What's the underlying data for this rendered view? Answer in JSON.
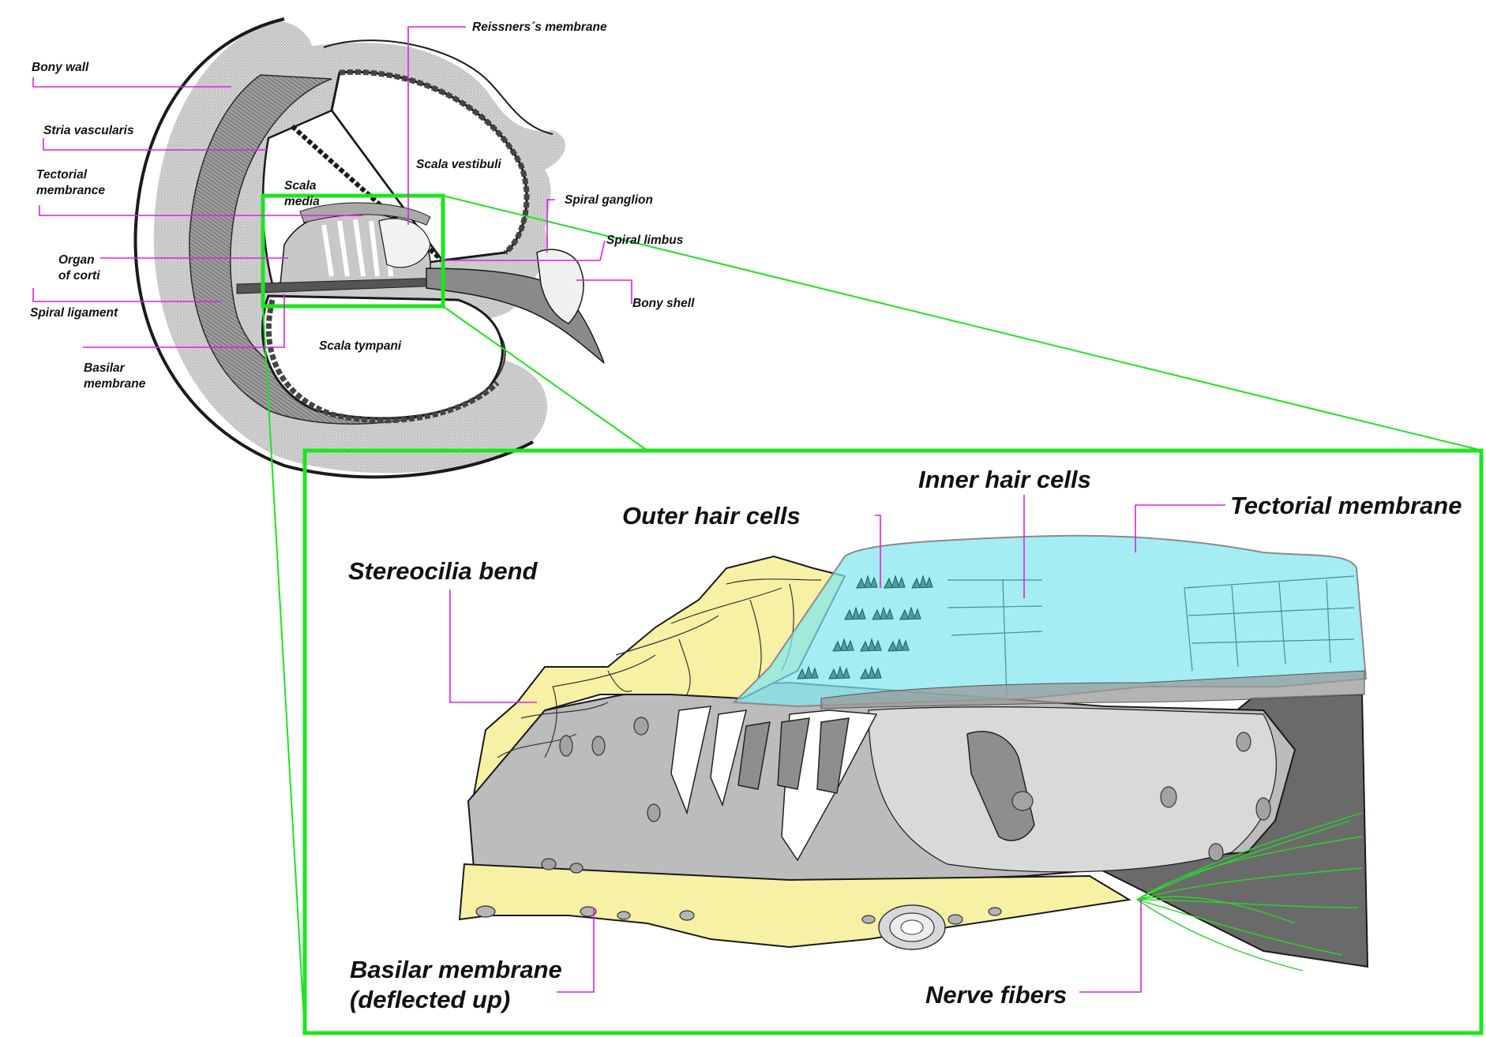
{
  "overview_labels": {
    "bony_wall": "Bony wall",
    "stria_vascularis": "Stria vascularis",
    "tectorial_membrance_1": "Tectorial",
    "tectorial_membrance_2": "membrance",
    "organ_of_corti_1": "Organ",
    "organ_of_corti_2": "of corti",
    "spiral_ligament": "Spiral ligament",
    "basilar_membrane_1": "Basilar",
    "basilar_membrane_2": "membrane",
    "reissners_membrane": "Reissners´s membrane",
    "scala_vestibuli": "Scala vestibuli",
    "scala_media_1": "Scala",
    "scala_media_2": "media",
    "spiral_ganglion": "Spiral ganglion",
    "spiral_limbus": "Spiral limbus",
    "bony_shell": "Bony shell",
    "scala_tympani": "Scala tympani"
  },
  "detail_labels": {
    "outer_hair_cells": "Outer hair cells",
    "inner_hair_cells": "Inner hair cells",
    "tectorial_membrane": "Tectorial membrane",
    "stereocilia_bend": "Stereocilia bend",
    "basilar_membrane_deflected_1": "Basilar membrane",
    "basilar_membrane_deflected_2": "(deflected up)",
    "nerve_fibers": "Nerve fibers"
  },
  "colors": {
    "leader_lines": "#e21ee2",
    "zoom_frame": "#1ee41e",
    "tectorial_fill": "#7fe6ee",
    "membrane_yellow": "#f7f1a6",
    "tissue_gray": "#bdbdbd",
    "bone_gray": "#d4d4d4"
  }
}
